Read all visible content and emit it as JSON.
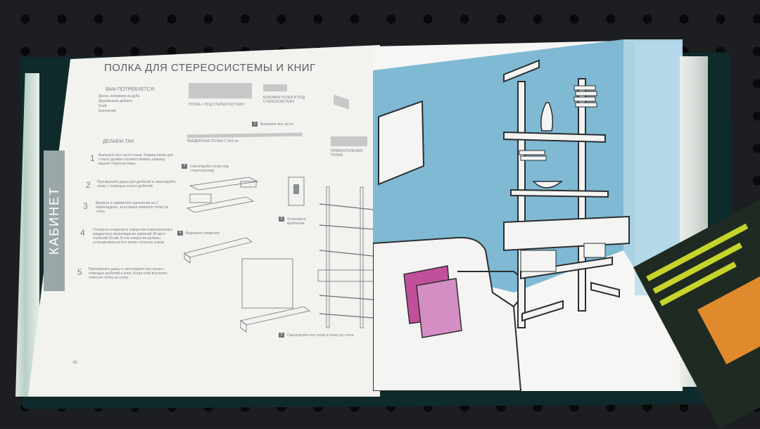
{
  "page": {
    "title": "ПОЛКА ДЛЯ СТЕРЕОСИСТЕМЫ И КНИГ",
    "section_tab": "КАБИНЕТ",
    "page_number": "48"
  },
  "materials": {
    "heading": "ВАМ ПОТРЕБУЕТСЯ:",
    "items": [
      "Доска, например из дуба",
      "Деревянные дюбеля",
      "Клей",
      "Крепления"
    ]
  },
  "parts": {
    "shelf_label": "ПОЛКА + ПОД СТЕРЕОСИСТЕМУ",
    "side_shelf_label": "БОКОВАЯ ПОЛКА В ПОД СТЕРЕОСИСТЕМУ",
    "square_shelf_label": "КВАДРАТНАЯ ПОЛКА С 4х4 см",
    "rect_shelf_label": "ПРЯМОУГОЛЬНАЯ ПОЛКА"
  },
  "steps": {
    "heading": "ДЕЛАЕМ ТАК:",
    "items": [
      {
        "n": "1",
        "text": "Выпилите все части полки. Размер полки для стерео должен соответствовать размеру вашей стереосистемы."
      },
      {
        "n": "2",
        "text": "Просверлите дыры для дюбелей и смонтируйте полку с помощью клея и дюбелей."
      },
      {
        "n": "3",
        "text": "Врежьте и привинтите крепления на 2 перекладины, за которые повесите полку на стену."
      },
      {
        "n": "4",
        "text": "Отмерьте и вырежьте отверстия в вертикальных квадратных перекладинах шириной 18 мм и глубиной 20 мм. В эти отверстия должны устанавливаться все полки согласно эскизу."
      },
      {
        "n": "5",
        "text": "Просверлите дыры и смонтируйте все полки с помощью дюбелей и клея. Когда клей высохнет, повесьте полку на стену."
      }
    ]
  },
  "figure_captions": {
    "f1": "Выпилите все части",
    "f2": "Смонтируйте полку под стереосистему",
    "f3": "Установите крепления",
    "f4": "Вырежьте отверстия",
    "f5": "Смонтируйте все полки в полку на стене"
  },
  "colors": {
    "wall": "#7fb9d4",
    "page": "#f2f3ef",
    "pillow_back": "#c24f9b",
    "pillow_front": "#d58ec3"
  }
}
